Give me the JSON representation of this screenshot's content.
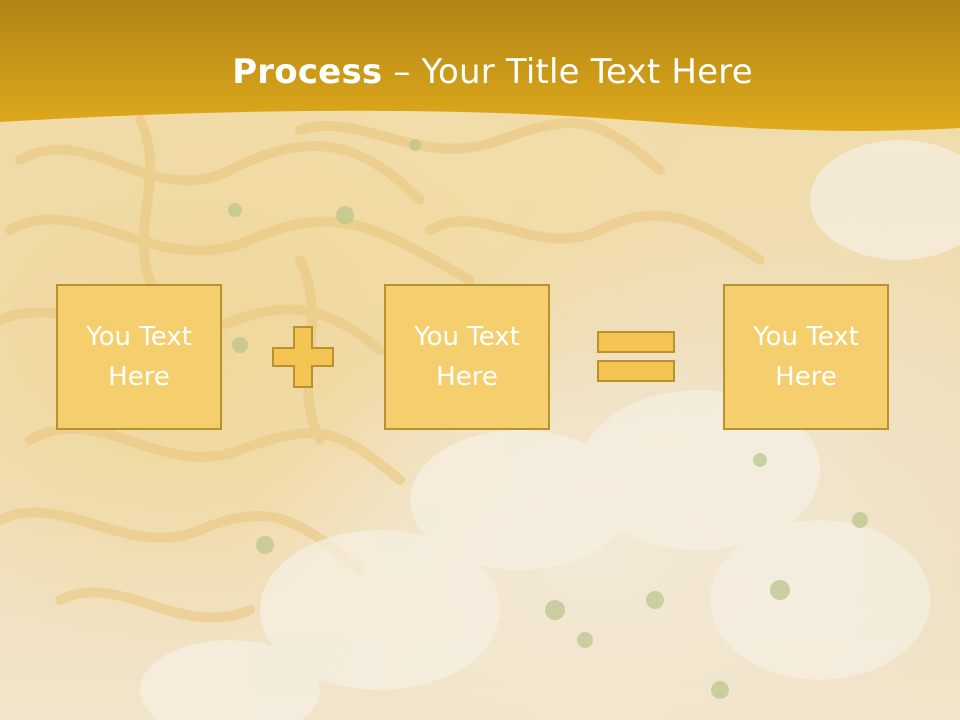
{
  "header": {
    "title_bold": "Process",
    "title_rest": " – Your Title Text Here"
  },
  "boxes": [
    {
      "text": "You Text Here"
    },
    {
      "text": "You Text Here"
    },
    {
      "text": "You Text Here"
    }
  ],
  "operators": [
    "plus-icon",
    "equals-icon"
  ],
  "colors": {
    "header_gold": "#d9a41a",
    "header_dark": "#b08515",
    "box_fill": "#f5cf6e",
    "box_border": "#b8922f",
    "operator_fill": "#f3c452"
  }
}
